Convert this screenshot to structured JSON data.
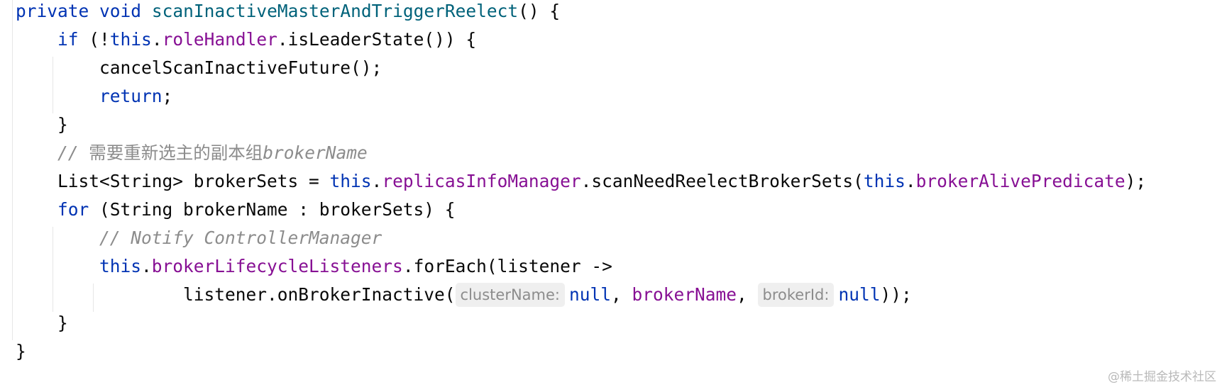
{
  "code": {
    "kw_private": "private",
    "kw_void": "void",
    "method_name": "scanInactiveMasterAndTriggerReelect",
    "sig_rest": "() {",
    "kw_if": "if",
    "if_open": " (!",
    "kw_this": "this",
    "dot": ".",
    "field_role_handler": "roleHandler",
    "is_leader_call": ".isLeaderState()) {",
    "cancel_call": "cancelScanInactiveFuture();",
    "kw_return": "return",
    "semicolon": ";",
    "close_brace": "}",
    "comment_prefix": "// ",
    "comment_cn": "需要重新选主的副本组",
    "comment_broker_name": "brokerName",
    "list_decl": "List<String> brokerSets = ",
    "field_replicas": "replicasInfoManager",
    "scan_call": ".scanNeedReelectBrokerSets(",
    "field_alive": "brokerAlivePredicate",
    "call_end": ");",
    "kw_for": "for",
    "for_rest": " (String brokerName : brokerSets) {",
    "comment_notify": "// Notify ControllerManager",
    "field_listeners": "brokerLifecycleListeners",
    "foreach_call": ".forEach(listener ->",
    "listener_call": "listener.onBrokerInactive(",
    "hint_cluster": "clusterName:",
    "kw_null": "null",
    "comma_space": ", ",
    "arg_broker_name": "brokerName",
    "hint_broker_id": "brokerId:",
    "call_close": "));"
  },
  "watermark": "@稀土掘金技术社区"
}
